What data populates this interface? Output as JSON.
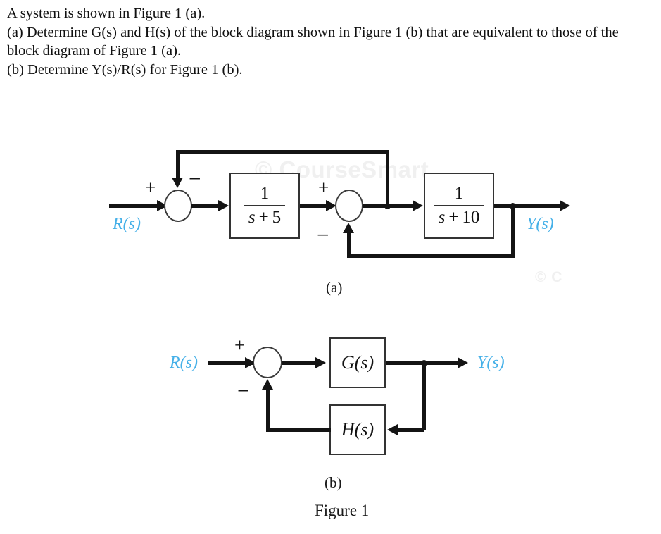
{
  "problem": {
    "lines": [
      "A system is shown in Figure 1 (a).",
      "(a) Determine G(s) and H(s) of the block diagram shown in Figure 1 (b) that are equivalent to those of the block diagram of Figure 1 (a).",
      "(b) Determine Y(s)/R(s) for Figure 1 (b)."
    ]
  },
  "figure": {
    "caption": "Figure 1",
    "subfigures": [
      {
        "caption": "(a)"
      },
      {
        "caption": "(b)"
      }
    ]
  },
  "diagram_a": {
    "input_label": "R(s)",
    "output_label": "Y(s)",
    "summing_junctions": [
      {
        "name": "sum-1",
        "input_sign": "+",
        "feedback_sign": "−"
      },
      {
        "name": "sum-2",
        "input_sign": "+",
        "feedback_sign": "−"
      }
    ],
    "blocks": [
      {
        "name": "block-1-over-s-plus-5",
        "numerator": "1",
        "denominator_var": "s",
        "denominator_op": "+",
        "denominator_const": "5"
      },
      {
        "name": "block-1-over-s-plus-10",
        "numerator": "1",
        "denominator_var": "s",
        "denominator_op": "+",
        "denominator_const": "10"
      }
    ]
  },
  "diagram_b": {
    "input_label": "R(s)",
    "output_label": "Y(s)",
    "summing_junction": {
      "input_sign": "+",
      "feedback_sign": "−"
    },
    "forward_block_label": "G(s)",
    "feedback_block_label": "H(s)"
  },
  "watermarks": {
    "main": "© CourseSmart",
    "corner": "© C"
  },
  "colors": {
    "signal_label": "#45b0e8",
    "wire": "#141414",
    "block_border": "#333333",
    "text": "#101010",
    "watermark": "#f0f0f0"
  }
}
